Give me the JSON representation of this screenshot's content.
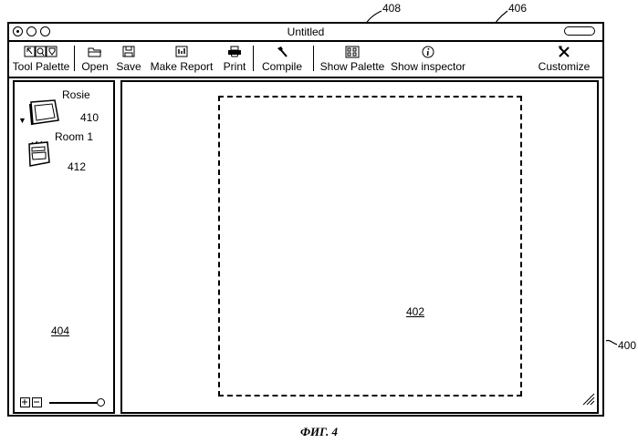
{
  "window": {
    "title": "Untitled"
  },
  "toolbar": {
    "tool_palette": "Tool Palette",
    "open": "Open",
    "save": "Save",
    "make_report": "Make Report",
    "print": "Print",
    "compile": "Compile",
    "show_palette": "Show Palette",
    "show_inspector": "Show inspector",
    "customize": "Customize"
  },
  "sidebar": {
    "items": [
      {
        "label": "Rosie",
        "ref": "410",
        "icon": "tv-icon",
        "expanded": true
      },
      {
        "label": "Room 1",
        "ref": "412",
        "icon": "room-icon"
      }
    ],
    "ref": "404"
  },
  "canvas": {
    "ref": "402"
  },
  "refs": {
    "window": "400",
    "toolbar_area": "406",
    "show_palette": "408"
  },
  "figure": {
    "caption": "ФИГ. 4"
  }
}
